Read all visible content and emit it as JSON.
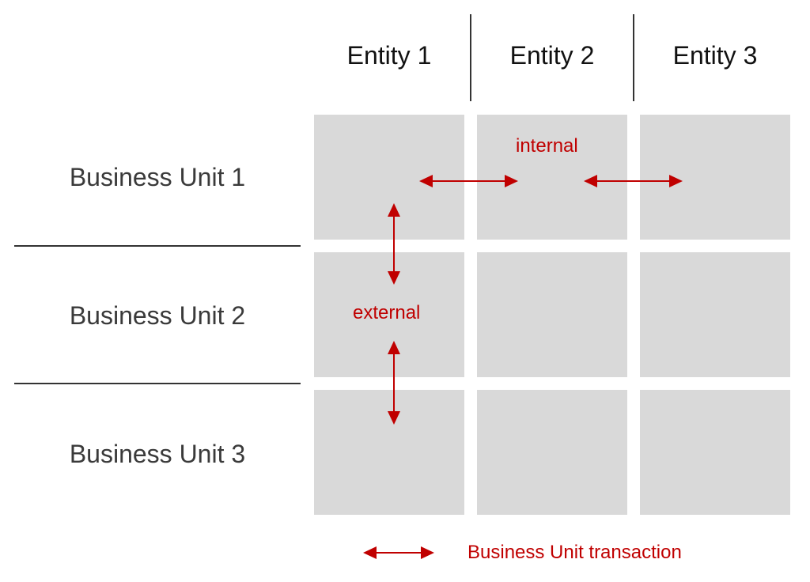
{
  "columns": [
    "Entity 1",
    "Entity 2",
    "Entity 3"
  ],
  "rows": [
    "Business Unit 1",
    "Business Unit 2",
    "Business Unit 3"
  ],
  "annotations": {
    "internal": "internal",
    "external": "external"
  },
  "legend": {
    "label": "Business Unit transaction"
  },
  "colors": {
    "cell": "#d9d9d9",
    "accent": "#c00000",
    "divider": "#333333"
  }
}
